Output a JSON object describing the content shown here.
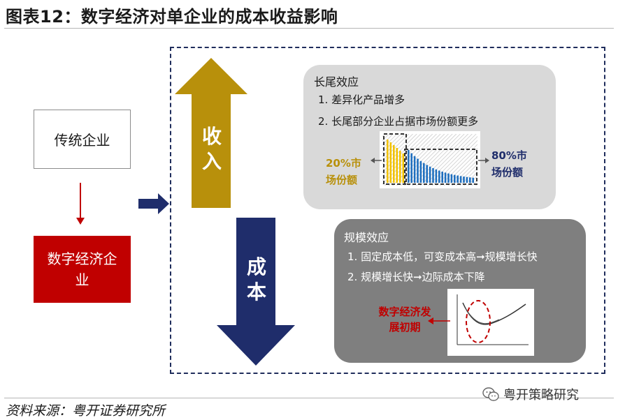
{
  "title": "图表12：数字经济对单企业的成本收益影响",
  "source": "资料来源：粤开证券研究所",
  "watermark": "粤开策略研究",
  "left_column": {
    "traditional": "传统企业",
    "digital": "数字经济企业"
  },
  "arrows": {
    "revenue": "收入",
    "cost": "成本"
  },
  "long_tail": {
    "heading": "长尾效应",
    "point1": "1. 差异化产品增多",
    "point2": "2. 长尾部分企业占据市场份额更多",
    "left_label": "20%市场份额",
    "right_label": "80%市场份额"
  },
  "scale": {
    "heading": "规模效应",
    "point1": "1. 固定成本低，可变成本高➞规模增长快",
    "point2": "2. 规模增长快➞边际成本下降",
    "stage_label": "数字经济发展初期"
  },
  "colors": {
    "revenue_arrow": "#b8900b",
    "cost_arrow": "#1f2d6b",
    "digital_box": "#c00000",
    "frame": "#1f2d5c",
    "tail_bars": "#1f6fbf",
    "head_bars": "#f2c200"
  }
}
